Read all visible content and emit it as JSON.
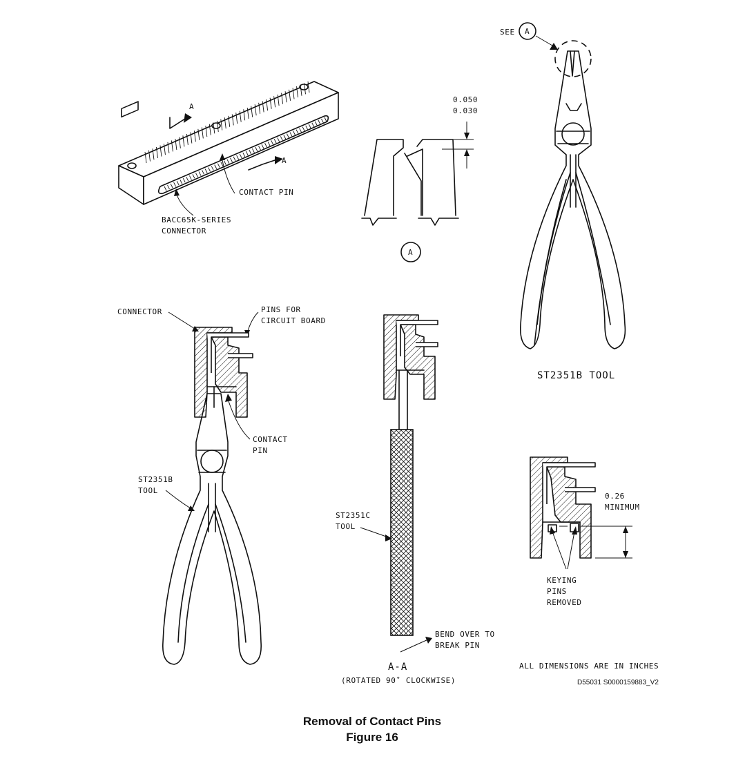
{
  "labels": {
    "see": "SEE",
    "detail_a_circle": "A",
    "dim_upper": "0.050",
    "dim_lower": "0.030",
    "section_mark_1": "A",
    "section_mark_2": "A",
    "contact_pin_top": "CONTACT PIN",
    "connector_series_line1": "BACC65K-SERIES",
    "connector_series_line2": "CONNECTOR",
    "detail_a_bottom": "A",
    "tool_top_right": "ST2351B TOOL",
    "connector_left": "CONNECTOR",
    "pins_board_line1": "PINS FOR",
    "pins_board_line2": "CIRCUIT BOARD",
    "contact_pin_line1": "CONTACT",
    "contact_pin_line2": "PIN",
    "tool_left_line1": "ST2351B",
    "tool_left_line2": "TOOL",
    "tool_c_line1": "ST2351C",
    "tool_c_line2": "TOOL",
    "dim_min_line1": "0.26",
    "dim_min_line2": "MINIMUM",
    "keying_line1": "KEYING",
    "keying_line2": "PINS",
    "keying_line3": "REMOVED",
    "bend_line1": "BEND OVER TO",
    "bend_line2": "BREAK PIN",
    "section_title": "A-A",
    "section_note": "(ROTATED 90˚ CLOCKWISE)",
    "dims_note": "ALL DIMENSIONS ARE IN INCHES",
    "ref_code": "D55031 S0000159883_V2"
  },
  "caption": {
    "title": "Removal of Contact Pins",
    "figure": "Figure 16"
  }
}
